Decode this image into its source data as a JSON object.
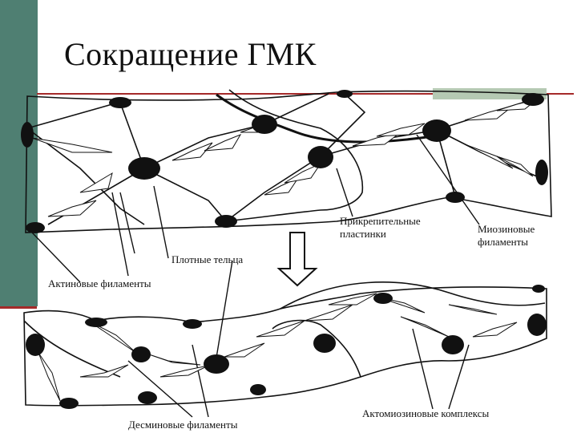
{
  "title": "Сокращение ГМК",
  "labels": {
    "attachment_plates": "Прикрепительные\n пластинки",
    "myosin_filaments": "Миозиновые\nфиламенты",
    "dense_bodies": "Плотные тельца",
    "actin_filaments": "Актиновые филаменты",
    "desmin_filaments": "Десминовые филаменты",
    "actomyosin_complexes": "Актомиозиновые комплексы"
  },
  "colors": {
    "sidebar": "#4f7f72",
    "rule": "#a52a2a",
    "accent_block": "#b5c9b3",
    "ink": "#111111"
  }
}
